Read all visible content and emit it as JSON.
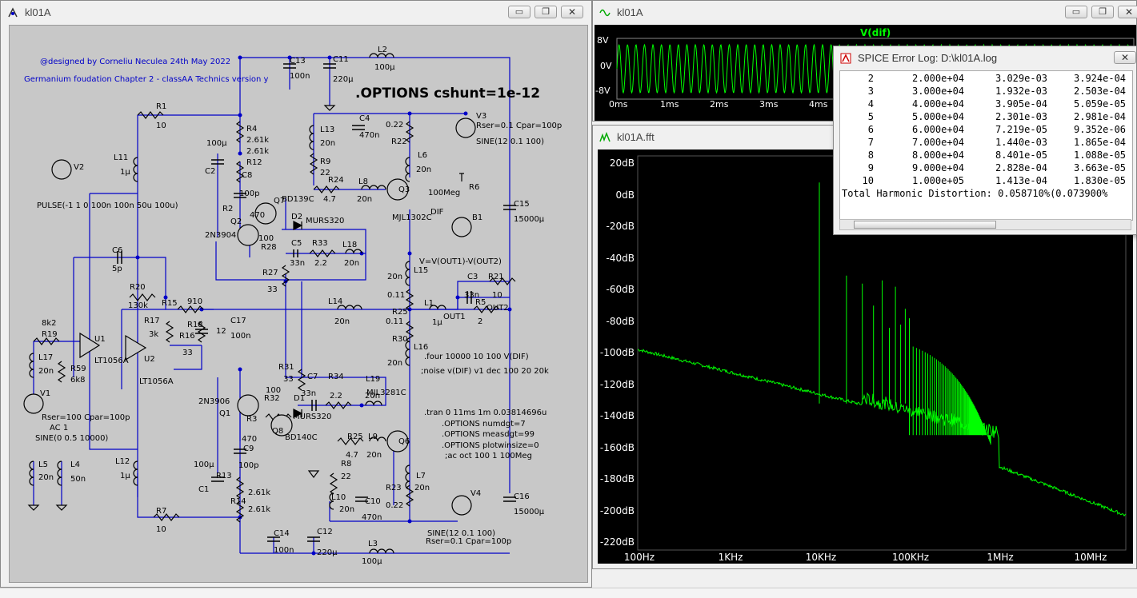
{
  "schematic_window": {
    "title": "kl01A",
    "credits_line1": "@designed by Corneliu Neculea 24th May 2022",
    "credits_line2": "Germanium foudation Chapter 2 - classAA Technics version y",
    "options_directive": ".OPTIONS cshunt=1e-12",
    "directives": {
      "four": ".four 10000 10 100 V(DIF)",
      "noise": ";noise v(DIF) v1 dec 100 20 20k",
      "tran": ".tran 0 11ms 1m 0.03814696u",
      "numdgt": ".OPTIONS numdgt=7",
      "measdgt": ".OPTIONS measdgt=99",
      "plotwinsize": ".OPTIONS plotwinsize=0",
      "ac": ";ac oct 100 1 100Meg"
    },
    "sources": {
      "v2_name": "V2",
      "v2_value": "PULSE(-1 1 0 100n 100n 50u 100u)",
      "v1_name": "V1",
      "v1_params": "Rser=100 Cpar=100p",
      "v1_ac": "AC 1",
      "v1_value": "SINE(0 0.5 10000)",
      "v3_name": "V3",
      "v3_params": "Rser=0.1 Cpar=100p",
      "v3_value": "SINE(12 0.1 100)",
      "v4_name": "V4",
      "v4_value": "SINE(12 0.1 100)",
      "v4_params": "Rser=0.1 Cpar=100p",
      "b1_name": "B1",
      "b1_expr": "V=V(OUT1)-V(OUT2)"
    },
    "labels": {
      "r1": "R1",
      "r1v": "10",
      "r4": "R4",
      "r4v": "2.61k",
      "r12": "R12",
      "r12v": "2.61k",
      "c13": "C13",
      "c13v": "100n",
      "c11": "C11",
      "c11v": "220μ",
      "l2": "L2",
      "l2v": "100μ",
      "c4": "C4",
      "c4v": "470n",
      "l13": "L13",
      "l13v": "20n",
      "r9": "R9",
      "r9v": "22",
      "r22": "R22",
      "r22v": "0.22",
      "l6": "L6",
      "l6v": "20n",
      "c2": "C2",
      "c2v": "100μ",
      "c8": "C8",
      "c8v": "100p",
      "r24": "R24",
      "r24v": "4.7",
      "l8": "L8",
      "l8v": "20n",
      "q3": "Q3",
      "q3t": "MJL1302C",
      "q7": "Q7",
      "q7t": "BD139C",
      "q2": "Q2",
      "q2t": "2N3904",
      "r2": "R2",
      "r2v": "470",
      "d2": "D2",
      "d2t": "MURS320",
      "r28": "R28",
      "r28v": "100",
      "c5": "C5",
      "c5v": "33n",
      "r33": "R33",
      "r33v": "2.2",
      "l18": "L18",
      "l18v": "20n",
      "r6": "R6",
      "r6v": "100Meg",
      "dif": "DIF",
      "c15": "C15",
      "c15v": "15000μ",
      "l11": "L11",
      "l11v": "1μ",
      "c6": "C6",
      "c6v": "5p",
      "r27": "R27",
      "r27v": "33",
      "l15": "L15",
      "l15v": "20n",
      "r26": "0.11",
      "c3": "C3",
      "c3v": "33n",
      "r21": "R21",
      "r21v": "10",
      "r20": "R20",
      "r20v": "130k",
      "r15": "R15",
      "r15v": "910",
      "l14": "L14",
      "l14v": "20n",
      "r25": "R25",
      "r25v": "0.11",
      "l1": "L1",
      "l1v": "1μ",
      "out1": "OUT1",
      "r5": "R5",
      "r5v": "2",
      "out2": "OUT2",
      "r19": "R19",
      "r19v": "8k2",
      "u1": "U1",
      "u1t": "LT1056A",
      "r17": "R17",
      "r17v": "3k",
      "r18": "R18",
      "r16": "R16",
      "r16v": "33",
      "r18v": "12",
      "c17": "C17",
      "c17v": "100n",
      "u2": "U2",
      "u2t": "LT1056A",
      "l17": "L17",
      "l17v": "20n",
      "r59": "R59",
      "r59v": "6k8",
      "r30": "R30",
      "l16": "L16",
      "l16v": "20n",
      "r31": "R31",
      "r31v": "33",
      "c7": "C7",
      "c7v": "33n",
      "r34": "R34",
      "r34v": "2.2",
      "l19": "L19",
      "l19v": "20n",
      "r32": "R32",
      "r32v": "100",
      "d1": "D1",
      "d1t": "MURS320",
      "q1": "Q1",
      "q1t": "2N3906",
      "r3": "R3",
      "r3v": "470",
      "q8": "Q8",
      "q8t": "BD140C",
      "c9": "C9",
      "c9v": "100p",
      "r25b": "R25",
      "r25bv": "4.7",
      "l9": "L9",
      "l9v": "20n",
      "q6": "Q6",
      "q6t": "MJL3281C",
      "r8": "R8",
      "r8v": "22",
      "l7": "L7",
      "l7v": "20n",
      "r23": "R23",
      "r23v": "0.22",
      "l10": "L10",
      "l10v": "20n",
      "c10": "C10",
      "c10v": "470n",
      "l5": "L5",
      "l5v": "20n",
      "l4": "L4",
      "l4v": "50n",
      "l12": "L12",
      "l12v": "1μ",
      "c1": "C1",
      "c1v": "100μ",
      "r13": "R13",
      "r13v": "2.61k",
      "r14": "R14",
      "r14v": "2.61k",
      "r7": "R7",
      "r7v": "10",
      "c14": "C14",
      "c14v": "100n",
      "c12": "C12",
      "c12v": "220μ",
      "l3": "L3",
      "l3v": "100μ",
      "c16": "C16",
      "c16v": "15000μ"
    }
  },
  "transient_window": {
    "title": "kl01A",
    "trace_name": "V(dif)",
    "y_ticks": [
      "8V",
      "0V",
      "-8V"
    ],
    "x_ticks": [
      "0ms",
      "1ms",
      "2ms",
      "3ms",
      "4ms"
    ]
  },
  "fft_window": {
    "title": "kl01A.fft",
    "y_ticks": [
      "20dB",
      "0dB",
      "-20dB",
      "-40dB",
      "-60dB",
      "-80dB",
      "-100dB",
      "-120dB",
      "-140dB",
      "-160dB",
      "-180dB",
      "-200dB",
      "-220dB"
    ],
    "x_ticks": [
      "100Hz",
      "1KHz",
      "10KHz",
      "100KHz",
      "1MHz",
      "10MHz"
    ]
  },
  "error_log": {
    "title": "SPICE Error Log: D:\\kl01A.log",
    "rows": [
      {
        "n": "2",
        "freq": "2.000e+04",
        "a": "3.029e-03",
        "b": "3.924e-04"
      },
      {
        "n": "3",
        "freq": "3.000e+04",
        "a": "1.932e-03",
        "b": "2.503e-04"
      },
      {
        "n": "4",
        "freq": "4.000e+04",
        "a": "3.905e-04",
        "b": "5.059e-05"
      },
      {
        "n": "5",
        "freq": "5.000e+04",
        "a": "2.301e-03",
        "b": "2.981e-04"
      },
      {
        "n": "6",
        "freq": "6.000e+04",
        "a": "7.219e-05",
        "b": "9.352e-06"
      },
      {
        "n": "7",
        "freq": "7.000e+04",
        "a": "1.440e-03",
        "b": "1.865e-04"
      },
      {
        "n": "8",
        "freq": "8.000e+04",
        "a": "8.401e-05",
        "b": "1.088e-05"
      },
      {
        "n": "9",
        "freq": "9.000e+04",
        "a": "2.828e-04",
        "b": "3.663e-05"
      },
      {
        "n": "10",
        "freq": "1.000e+05",
        "a": "1.413e-04",
        "b": "1.830e-05"
      }
    ],
    "thd": "Total Harmonic Distortion: 0.058710%(0.073900%"
  },
  "window_buttons": {
    "minimize": "▭",
    "restore": "❐",
    "close": "✕"
  },
  "colors": {
    "trace": "#00ff00",
    "schematic_bg": "#c8c8c8",
    "wire": "#0000c8",
    "accent": "#0000c8"
  }
}
